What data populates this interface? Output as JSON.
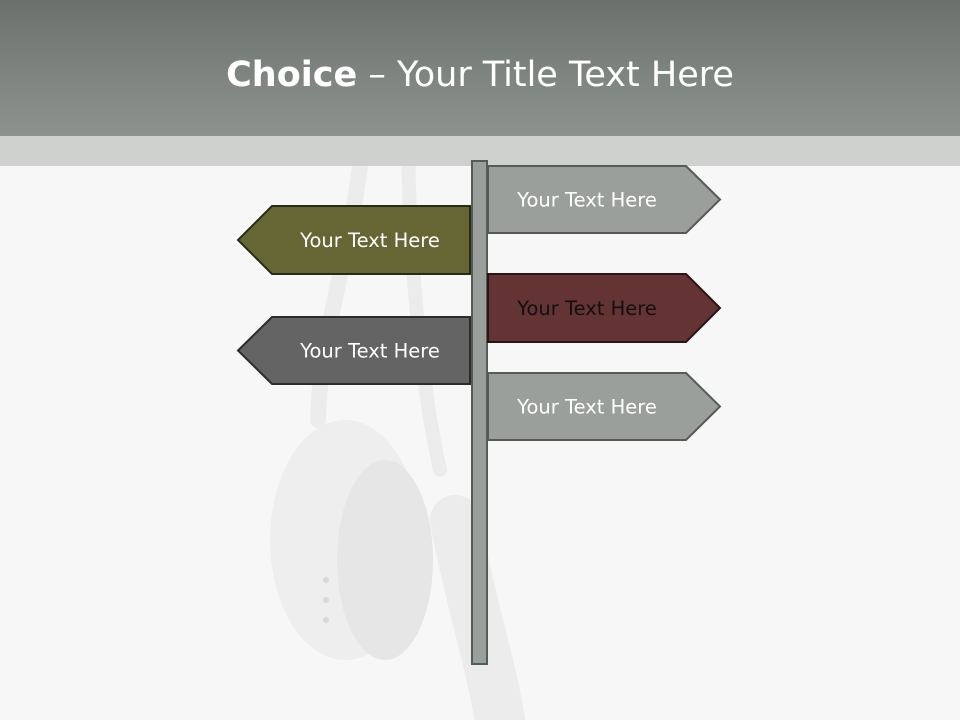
{
  "slide": {
    "title_bold": "Choice",
    "title_rest": " – Your Title Text Here"
  },
  "signs": [
    {
      "label": "Your Text Here",
      "direction": "right",
      "fill": "#9b9f9b",
      "text_color": "#ffffff"
    },
    {
      "label": "Your Text Here",
      "direction": "left",
      "fill": "#656634",
      "text_color": "#ffffff"
    },
    {
      "label": "Your Text Here",
      "direction": "right",
      "fill": "#643334",
      "text_color": "#111111"
    },
    {
      "label": "Your Text Here",
      "direction": "left",
      "fill": "#646464",
      "text_color": "#ffffff"
    },
    {
      "label": "Your Text Here",
      "direction": "right",
      "fill": "#9b9f9b",
      "text_color": "#ffffff"
    }
  ],
  "colors": {
    "header": "#7e8581",
    "band": "#cfd1ce",
    "post": "#9b9f9b",
    "background": "#f7f7f7"
  },
  "background_image": "earphones-photo"
}
